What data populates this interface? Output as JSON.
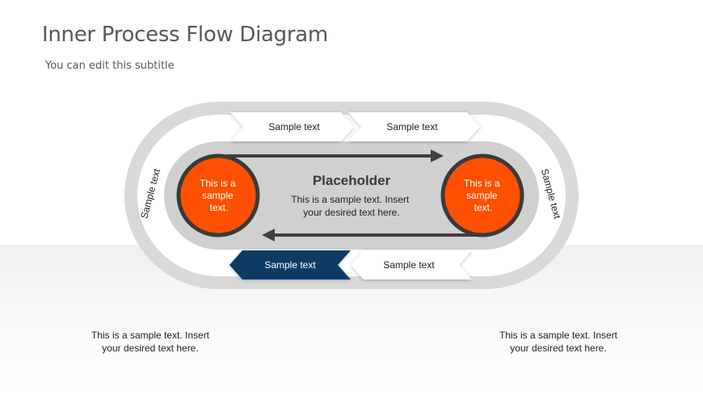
{
  "slide": {
    "title": "Inner Process Flow Diagram",
    "subtitle": "You can edit this subtitle"
  },
  "diagram": {
    "top_chevrons": [
      "Sample text",
      "Sample text"
    ],
    "bottom_chevrons": [
      "Sample text",
      "Sample text"
    ],
    "side_left": "Sample text",
    "side_right": "Sample text",
    "left_circle": [
      "This is a",
      "sample",
      "text."
    ],
    "right_circle": [
      "This is a",
      "sample",
      "text."
    ],
    "center_heading": "Placeholder",
    "center_body": [
      "This is a sample text. Insert",
      "your desired text here."
    ],
    "colors": {
      "track": "#d9d9d9",
      "inner": "#d0d0d0",
      "circle_fill": "#fe5000",
      "circle_ring": "#3a3a3a",
      "active_chevron": "#0d3a66",
      "arrow": "#404040"
    }
  },
  "notes": {
    "left": [
      "This is a sample text. Insert",
      "your desired text here."
    ],
    "right": [
      "This is a sample text. Insert",
      "your desired text here."
    ]
  }
}
